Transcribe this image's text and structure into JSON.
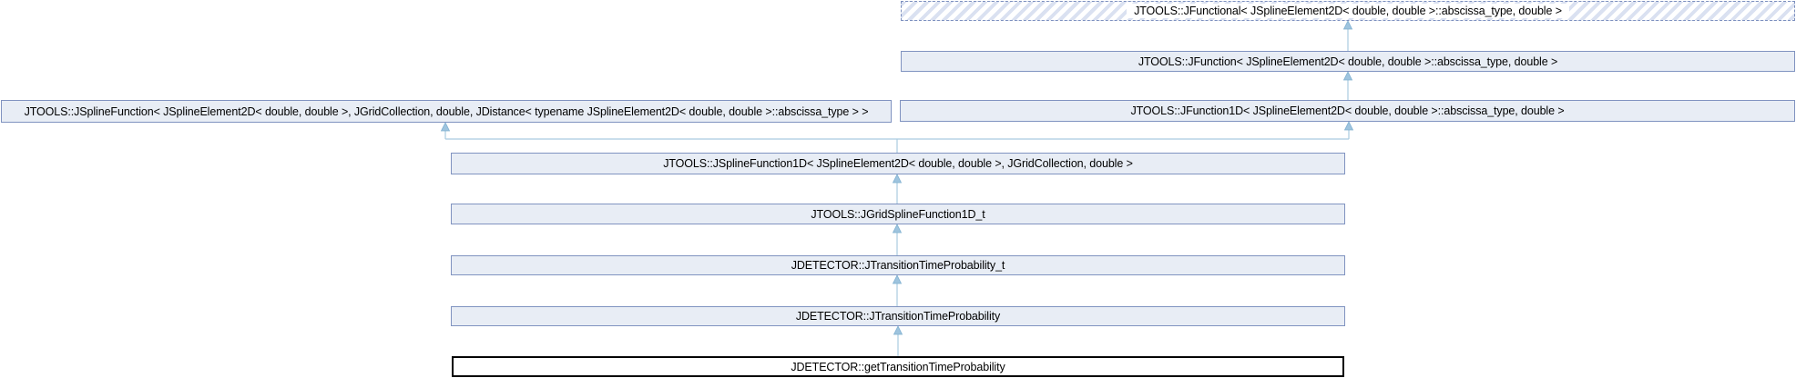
{
  "diagram": {
    "kind": "class-inheritance-graph",
    "nodes": [
      {
        "id": "jfunctional",
        "label": "JTOOLS::JFunctional< JSplineElement2D< double, double >::abscissa_type, double >",
        "style": "template-hatched-dashed"
      },
      {
        "id": "jfunction",
        "label": "JTOOLS::JFunction< JSplineElement2D< double, double >::abscissa_type, double >",
        "style": "class"
      },
      {
        "id": "jsplinefunction",
        "label": "JTOOLS::JSplineFunction< JSplineElement2D< double, double >, JGridCollection, double, JDistance< typename JSplineElement2D< double, double >::abscissa_type > >",
        "style": "class"
      },
      {
        "id": "jfunction1d",
        "label": "JTOOLS::JFunction1D< JSplineElement2D< double, double >::abscissa_type, double >",
        "style": "class"
      },
      {
        "id": "jsplinefunction1d",
        "label": "JTOOLS::JSplineFunction1D< JSplineElement2D< double, double >, JGridCollection, double >",
        "style": "class"
      },
      {
        "id": "jgridsplinefunction1d_t",
        "label": "JTOOLS::JGridSplineFunction1D_t",
        "style": "class"
      },
      {
        "id": "jtransitiontimeprobability_t",
        "label": "JDETECTOR::JTransitionTimeProbability_t",
        "style": "class"
      },
      {
        "id": "jtransitiontimeprobability",
        "label": "JDETECTOR::JTransitionTimeProbability",
        "style": "class"
      },
      {
        "id": "gettransitiontimeprobability",
        "label": "JDETECTOR::getTransitionTimeProbability",
        "style": "current-class"
      }
    ],
    "edges": [
      {
        "from": "jfunction",
        "to": "jfunctional"
      },
      {
        "from": "jfunction1d",
        "to": "jfunction"
      },
      {
        "from": "jsplinefunction1d",
        "to": "jsplinefunction"
      },
      {
        "from": "jsplinefunction1d",
        "to": "jfunction1d"
      },
      {
        "from": "jgridsplinefunction1d_t",
        "to": "jsplinefunction1d"
      },
      {
        "from": "jtransitiontimeprobability_t",
        "to": "jgridsplinefunction1d_t"
      },
      {
        "from": "jtransitiontimeprobability",
        "to": "jtransitiontimeprobability_t"
      },
      {
        "from": "gettransitiontimeprobability",
        "to": "jtransitiontimeprobability"
      }
    ],
    "colors": {
      "node_fill": "#e8edf5",
      "node_border": "#8093c0",
      "hatch_stripe": "#dae1f1",
      "dashed_border": "#7c8fbe",
      "edge_line": "#a9cbe0",
      "arrow_fill": "#9ec4de",
      "current_border": "#000000",
      "text": "#000000",
      "background": "#ffffff"
    }
  }
}
